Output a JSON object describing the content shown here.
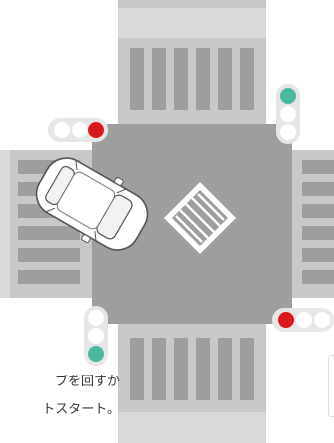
{
  "caption": {
    "line1": "ブを回すか",
    "line2": "トスタート。"
  },
  "colors": {
    "road": "#9e9e9e",
    "road_edge": "#d2d2d2",
    "crosswalk": "#ffffff",
    "signal_housing": "#e6e6e6",
    "signal_off": "#ffffff",
    "signal_red": "#d7191c",
    "signal_green": "#4cb8a0",
    "car_body": "#ffffff",
    "car_outline": "#555555",
    "diamond_mark": "#ffffff"
  },
  "signals": {
    "top_left": {
      "orientation": "horizontal",
      "lit": "red",
      "lit_color": "#d7191c"
    },
    "top_right": {
      "orientation": "vertical",
      "lit": "green",
      "lit_color": "#4cb8a0"
    },
    "bottom_left": {
      "orientation": "vertical",
      "lit": "green",
      "lit_color": "#4cb8a0"
    },
    "bottom_right": {
      "orientation": "horizontal",
      "lit": "red",
      "lit_color": "#d7191c"
    }
  }
}
